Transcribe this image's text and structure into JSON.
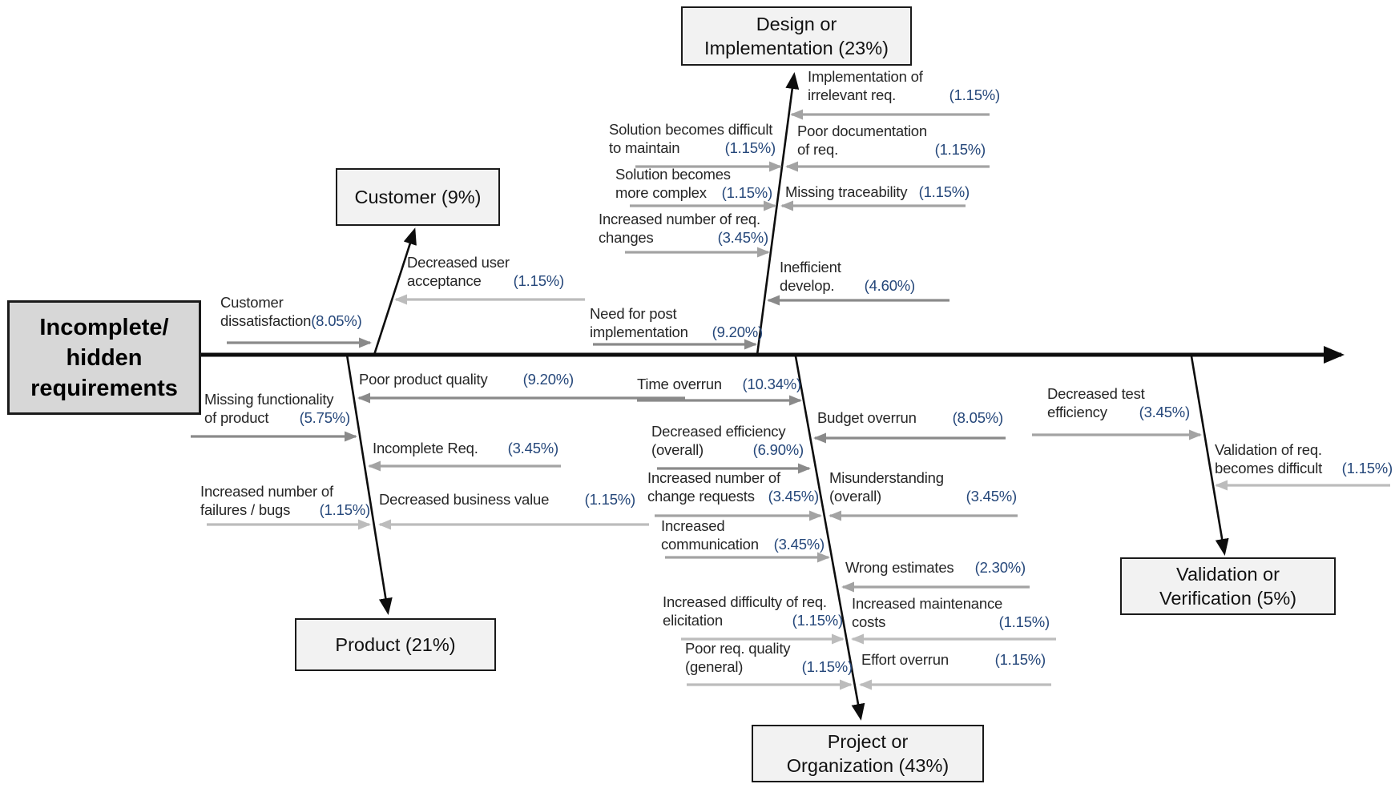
{
  "head": {
    "lines": [
      "Incomplete/",
      "hidden",
      "requirements"
    ]
  },
  "colors": {
    "head_fill": "#d7d7d7",
    "box_fill": "#f2f2f2",
    "line": "#111111",
    "label_text": "#262626",
    "pct_text": "#25477a",
    "arrow_dark": "#8a8a8a",
    "arrow_mid": "#a3a3a3",
    "arrow_light": "#bcbcbc"
  },
  "branches": {
    "customer": {
      "box_lines": [
        "Customer (9%)"
      ],
      "causes": [
        {
          "lines": [
            "Customer",
            "dissatisfaction"
          ],
          "pct": "(8.05%)"
        },
        {
          "lines": [
            "Decreased user",
            "acceptance"
          ],
          "pct": "(1.15%)"
        }
      ]
    },
    "design": {
      "box_lines": [
        "Design or",
        "Implementation (23%)"
      ],
      "causes": [
        {
          "lines": [
            "Solution becomes difficult",
            "to maintain"
          ],
          "pct": "(1.15%)"
        },
        {
          "lines": [
            "Solution becomes",
            "more complex"
          ],
          "pct": "(1.15%)"
        },
        {
          "lines": [
            "Increased number of req.",
            "changes"
          ],
          "pct": "(3.45%)"
        },
        {
          "lines": [
            "Need for post",
            "implementation"
          ],
          "pct": "(9.20%)"
        },
        {
          "lines": [
            "Implementation of",
            "irrelevant req."
          ],
          "pct": "(1.15%)"
        },
        {
          "lines": [
            "Poor documentation",
            "of req."
          ],
          "pct": "(1.15%)"
        },
        {
          "lines": [
            "Missing traceability"
          ],
          "pct": "(1.15%)"
        },
        {
          "lines": [
            "Inefficient",
            "develop."
          ],
          "pct": "(4.60%)"
        }
      ]
    },
    "product": {
      "box_lines": [
        "Product (21%)"
      ],
      "causes": [
        {
          "lines": [
            "Missing functionality",
            "of product"
          ],
          "pct": "(5.75%)"
        },
        {
          "lines": [
            "Increased number of",
            "failures / bugs"
          ],
          "pct": "(1.15%)"
        },
        {
          "lines": [
            "Poor product quality"
          ],
          "pct": "(9.20%)"
        },
        {
          "lines": [
            "Incomplete Req."
          ],
          "pct": "(3.45%)"
        },
        {
          "lines": [
            "Decreased business value"
          ],
          "pct": "(1.15%)"
        }
      ]
    },
    "project": {
      "box_lines": [
        "Project or",
        "Organization (43%)"
      ],
      "causes": [
        {
          "lines": [
            "Time overrun"
          ],
          "pct": "(10.34%)"
        },
        {
          "lines": [
            "Decreased efficiency",
            "(overall)"
          ],
          "pct": "(6.90%)"
        },
        {
          "lines": [
            "Increased number of",
            "change requests"
          ],
          "pct": "(3.45%)"
        },
        {
          "lines": [
            "Increased",
            "communication"
          ],
          "pct": "(3.45%)"
        },
        {
          "lines": [
            "Increased difficulty of req.",
            "elicitation"
          ],
          "pct": "(1.15%)"
        },
        {
          "lines": [
            "Poor req. quality",
            "(general)"
          ],
          "pct": "(1.15%)"
        },
        {
          "lines": [
            "Budget overrun"
          ],
          "pct": "(8.05%)"
        },
        {
          "lines": [
            "Misunderstanding",
            "(overall)"
          ],
          "pct": "(3.45%)"
        },
        {
          "lines": [
            "Wrong estimates"
          ],
          "pct": "(2.30%)"
        },
        {
          "lines": [
            "Increased maintenance",
            "costs"
          ],
          "pct": "(1.15%)"
        },
        {
          "lines": [
            "Effort overrun"
          ],
          "pct": "(1.15%)"
        }
      ]
    },
    "validation": {
      "box_lines": [
        "Validation or",
        "Verification (5%)"
      ],
      "causes": [
        {
          "lines": [
            "Decreased test",
            "efficiency"
          ],
          "pct": "(3.45%)"
        },
        {
          "lines": [
            "Validation of req.",
            "becomes difficult"
          ],
          "pct": "(1.15%)"
        }
      ]
    }
  }
}
